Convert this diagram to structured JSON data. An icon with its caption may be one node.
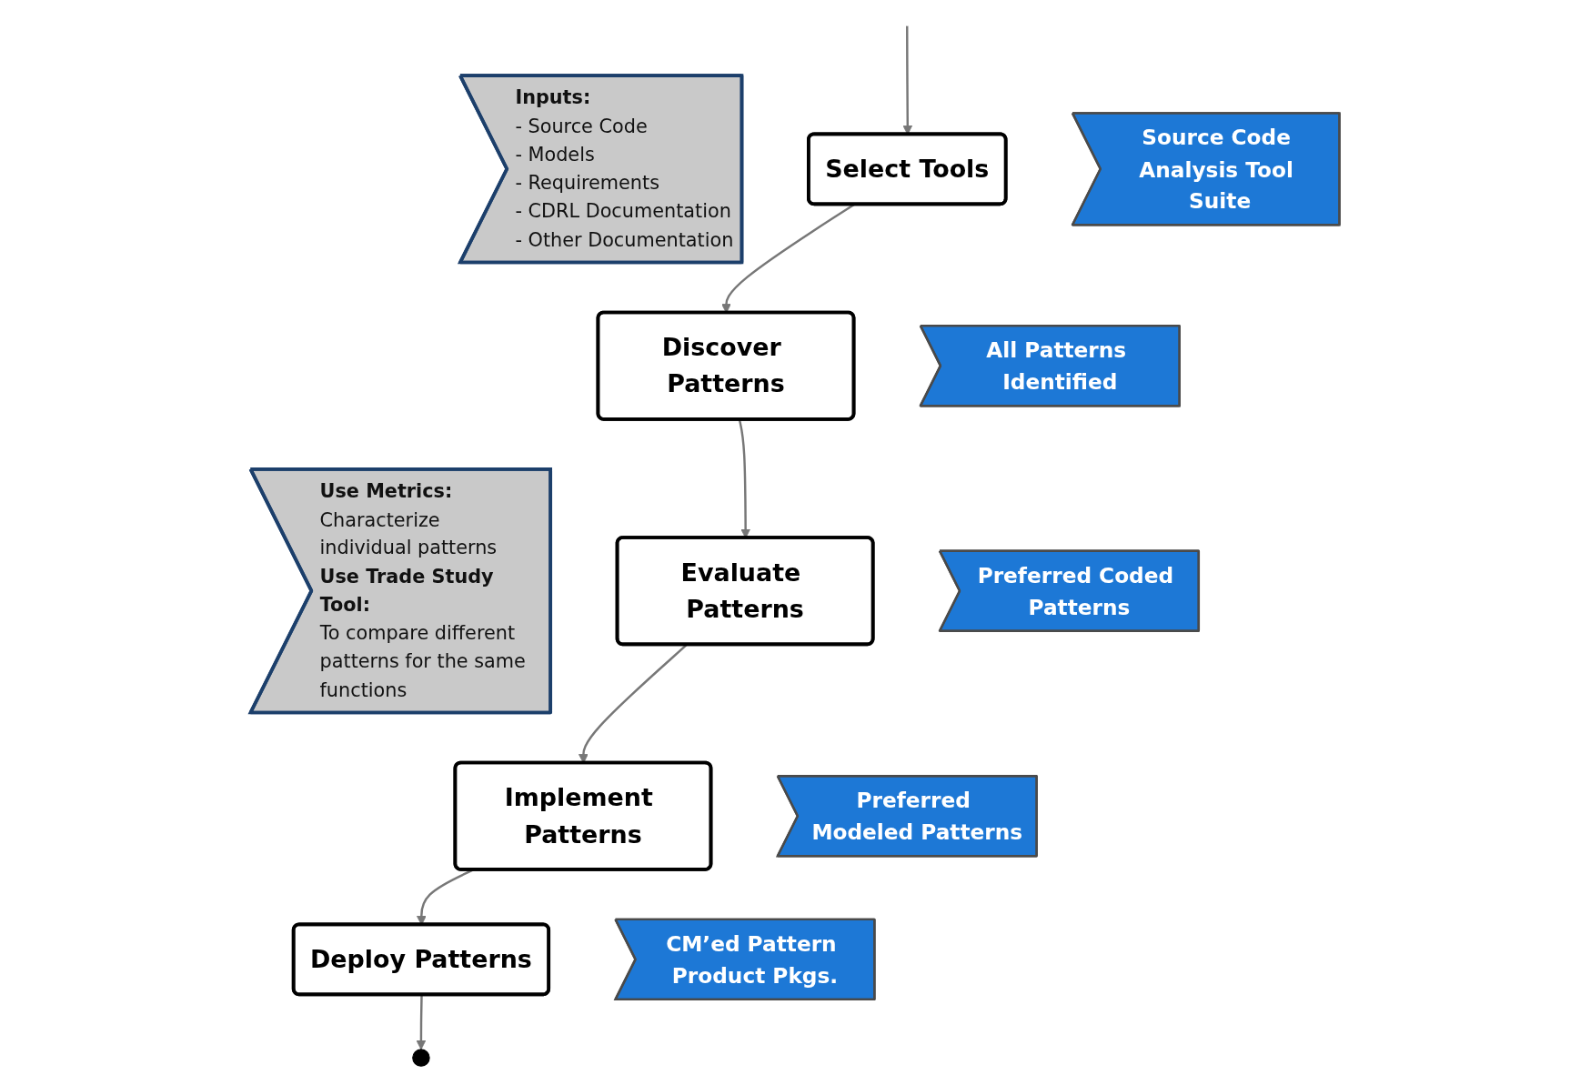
{
  "diagram": {
    "nodes": [
      {
        "text": [
          "Inputs:",
          "- Source Code",
          "- Models",
          "- Requirements",
          "- CDRL Documentation",
          "- Other Documentation"
        ]
      },
      {
        "text": [
          "Use Metrics:",
          "Characterize individual patterns",
          "Use Trade Study Tool:",
          "To compare different patterns for the same functions"
        ]
      },
      {
        "text": [
          "Select Tools"
        ]
      },
      {
        "text": [
          "Discover Patterns"
        ]
      },
      {
        "text": [
          "Evaluate Patterns"
        ]
      },
      {
        "text": [
          "Implement Patterns"
        ]
      },
      {
        "text": [
          "Deploy Patterns"
        ]
      },
      {
        "text": [],
        "shape": "circle"
      },
      {
        "text": [
          "Source Code Analysis Tool Suite"
        ]
      },
      {
        "text": [
          "All Patterns Identified"
        ]
      },
      {
        "text": [
          "Preferred Coded Patterns"
        ]
      },
      {
        "text": [
          "Preferred Modeled Patterns"
        ]
      },
      {
        "text": [
          "CM’ed Pattern Product Pkgs."
        ]
      }
    ],
    "edges": [
      {
        "from": null,
        "to": 2,
        "arrow": "to"
      },
      {
        "from": 2,
        "to": 3,
        "arrow": "to"
      },
      {
        "from": 3,
        "to": 4,
        "arrow": "to"
      },
      {
        "from": 4,
        "to": 5,
        "arrow": "to"
      },
      {
        "from": 5,
        "to": 6,
        "arrow": "to"
      },
      {
        "from": 6,
        "to": 7,
        "arrow": "to"
      }
    ]
  }
}
